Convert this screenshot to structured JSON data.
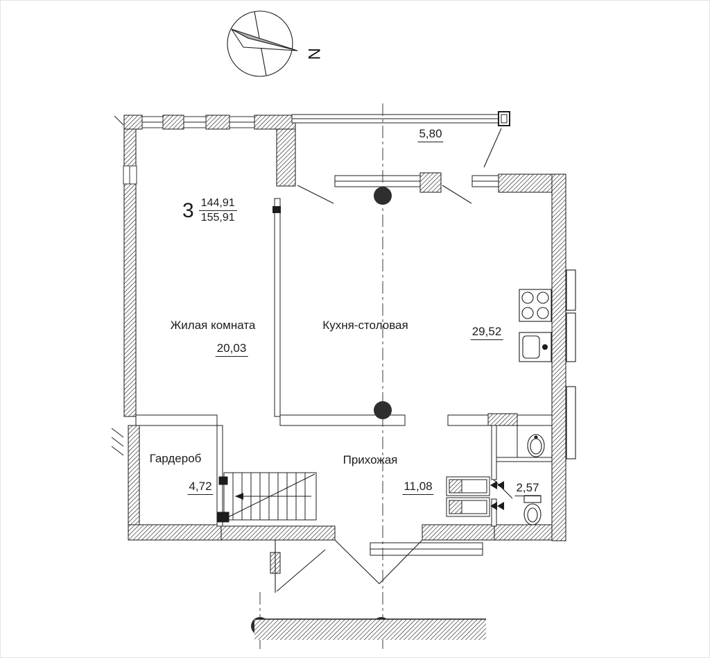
{
  "compass": {
    "north_label": "N"
  },
  "apartment_stamp": {
    "number": "3",
    "total_area": "144,91",
    "total_area_alt": "155,91"
  },
  "rooms": {
    "living": {
      "name": "Жилая комната",
      "area": "20,03"
    },
    "kitchen": {
      "name": "Кухня-столовая",
      "area": "29,52"
    },
    "wardrobe": {
      "name": "Гардероб",
      "area": "4,72"
    },
    "hallway": {
      "name": "Прихожая",
      "area": "11,08"
    },
    "bathroom": {
      "area": "2,57"
    },
    "balcony": {
      "area": "5,80"
    }
  },
  "colors": {
    "line": "#1c1c1c",
    "axis_marker": "#2e2e2e",
    "needle_shade": "#b0b0b0"
  }
}
